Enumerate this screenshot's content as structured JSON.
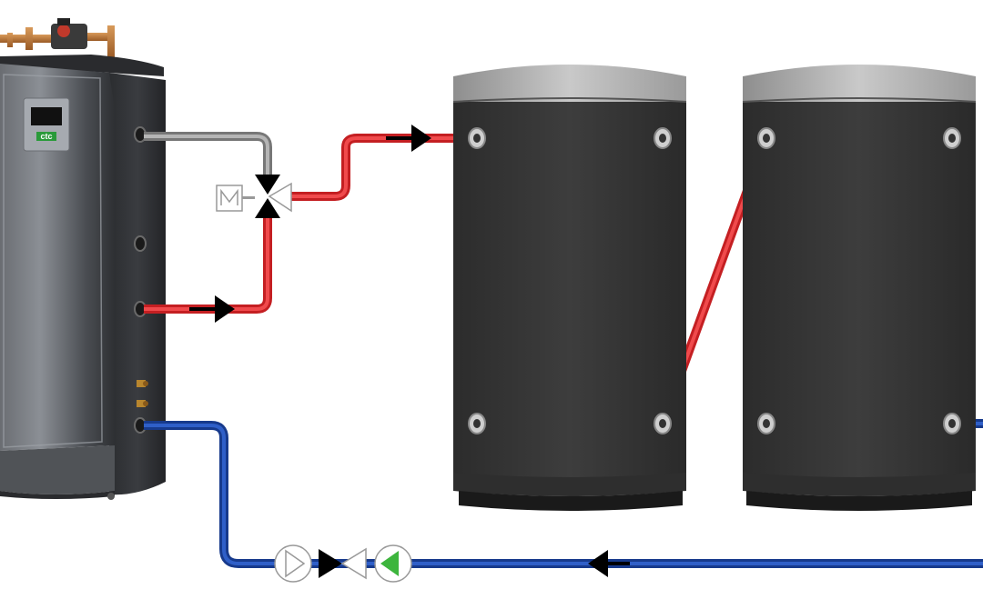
{
  "heat_pump": {
    "brand_text": "ctc",
    "display": "control-display"
  },
  "colors": {
    "supply_pipe": "#e8282a",
    "return_pipe": "#1f49a8",
    "bypass_pipe": "#8c8c8c",
    "tank_body": "#3a3a3a",
    "tank_cap": "#b8b8b8",
    "pump_green": "#3db53d",
    "logo_green": "#2a9a3a"
  },
  "components": [
    {
      "name": "heat-pump-unit",
      "icon": "heat-pump"
    },
    {
      "name": "three-way-valve",
      "icon": "motorized-valve"
    },
    {
      "name": "buffer-tank-1",
      "icon": "storage-tank"
    },
    {
      "name": "buffer-tank-2",
      "icon": "storage-tank"
    },
    {
      "name": "check-valve",
      "icon": "non-return-valve"
    },
    {
      "name": "circulation-pump",
      "icon": "pump"
    }
  ]
}
